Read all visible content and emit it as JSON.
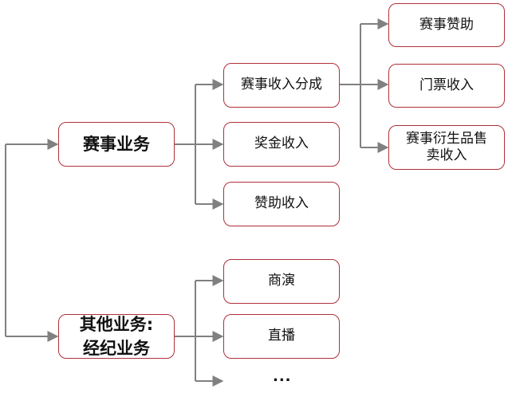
{
  "diagram": {
    "nodes": {
      "event_business": "赛事业务",
      "other_business_line1": "其他业务:",
      "other_business_line2": "经纪业务",
      "event_revenue_share": "赛事收入分成",
      "prize_income": "奖金收入",
      "sponsorship_income": "赞助收入",
      "event_sponsorship": "赛事赞助",
      "ticket_income": "门票收入",
      "merch_line1": "赛事衍生品售",
      "merch_line2": "卖收入",
      "commercial_show": "商演",
      "livestream": "直播",
      "ellipsis": "..."
    },
    "colors": {
      "node_border": "#b0303a",
      "connector": "#808080"
    }
  }
}
